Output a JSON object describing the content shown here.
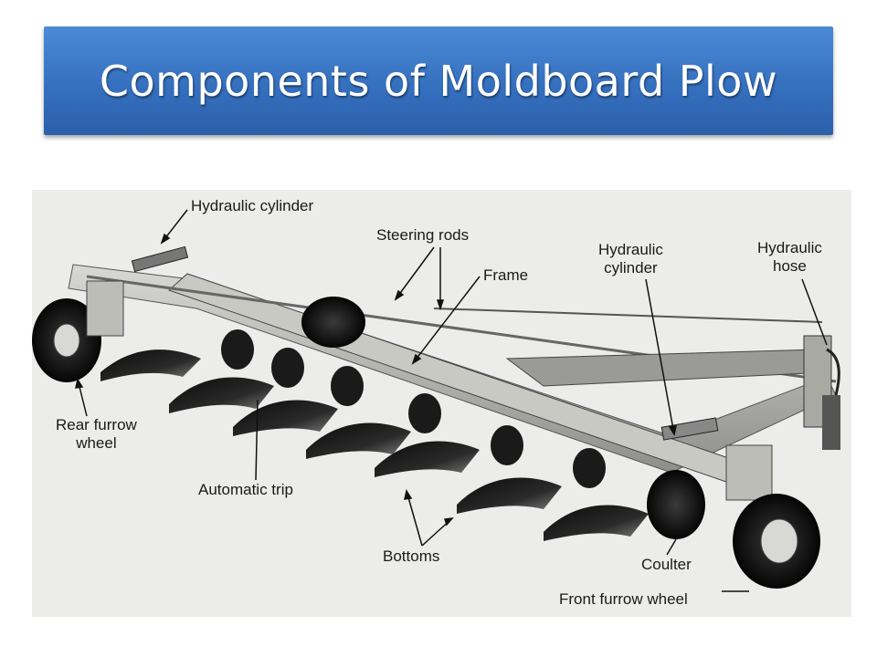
{
  "slide": {
    "title": "Components of Moldboard Plow"
  },
  "labels": {
    "hydraulic_cylinder_rear": "Hydraulic cylinder",
    "steering_rods": "Steering rods",
    "frame": "Frame",
    "hydraulic_cylinder_front_line1": "Hydraulic",
    "hydraulic_cylinder_front_line2": "cylinder",
    "hydraulic_hose_line1": "Hydraulic",
    "hydraulic_hose_line2": "hose",
    "rear_furrow_wheel_line1": "Rear furrow",
    "rear_furrow_wheel_line2": "wheel",
    "automatic_trip": "Automatic trip",
    "bottoms": "Bottoms",
    "coulter": "Coulter",
    "front_furrow_wheel": "Front furrow wheel"
  },
  "colors": {
    "title_bar": "#3570bf",
    "title_text": "#ffffff",
    "photo_bg": "#ececea",
    "metal_dark": "#1c1c1c",
    "metal_light": "#b8b8b4"
  }
}
